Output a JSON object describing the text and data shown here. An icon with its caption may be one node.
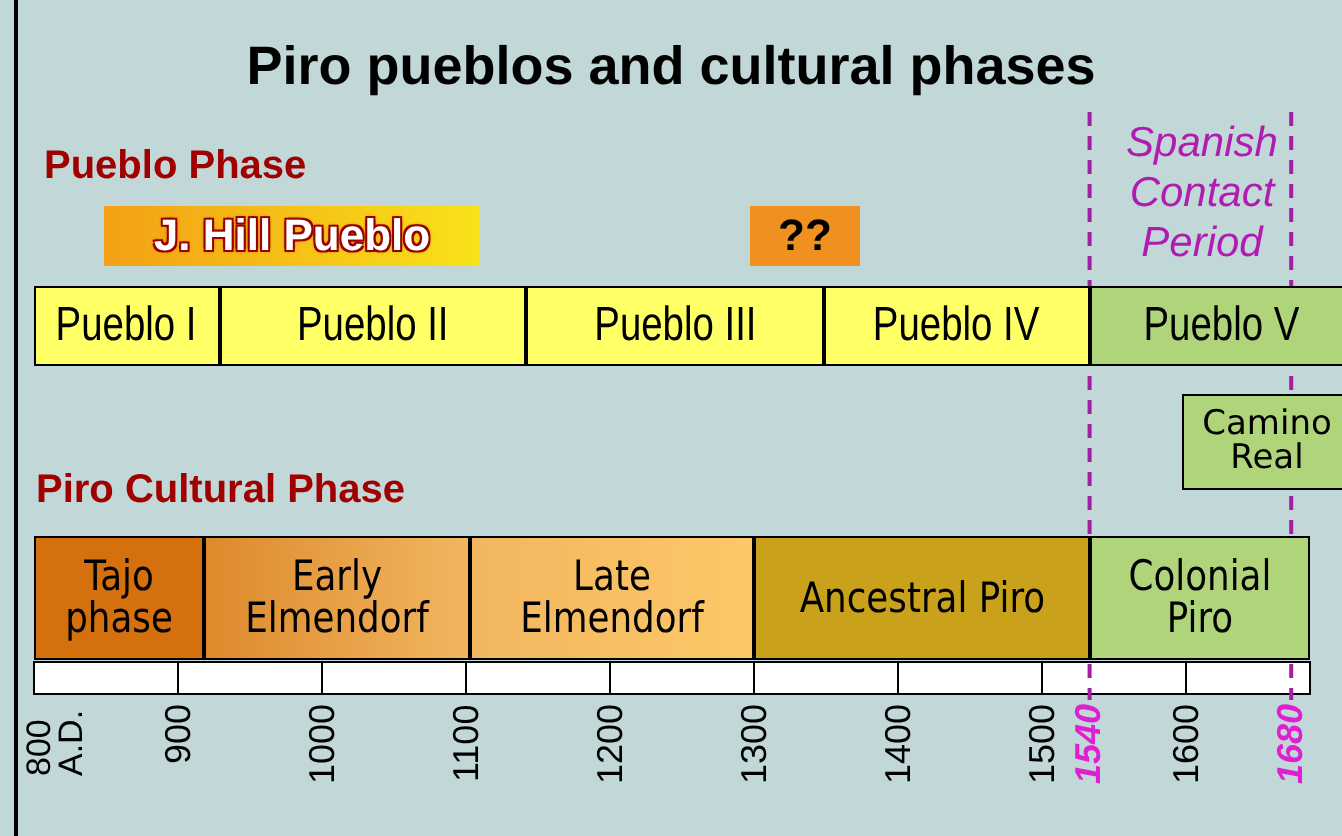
{
  "diagram": {
    "title": "Piro pueblos and cultural phases",
    "nodes": [
      {
        "text": [
          "J. Hill Pueblo"
        ]
      },
      {
        "text": [
          "??"
        ]
      },
      {
        "text": [
          "Pueblo I"
        ]
      },
      {
        "text": [
          "Pueblo II"
        ]
      },
      {
        "text": [
          "Pueblo III"
        ]
      },
      {
        "text": [
          "Pueblo IV"
        ]
      },
      {
        "text": [
          "Pueblo V"
        ]
      },
      {
        "text": [
          "Camino Real"
        ]
      },
      {
        "text": [
          "Tajo phase"
        ]
      },
      {
        "text": [
          "Early Elmendorf"
        ]
      },
      {
        "text": [
          "Late Elmendorf"
        ]
      },
      {
        "text": [
          "Ancestral Piro"
        ]
      },
      {
        "text": [
          "Colonial Piro"
        ]
      }
    ],
    "labels": [
      "Pueblo Phase",
      "Spanish Contact Period",
      "Piro Cultural Phase",
      "800 A.D.",
      "900",
      "1000",
      "1100",
      "1200",
      "1300",
      "1400",
      "1500",
      "1540",
      "1600",
      "1680"
    ]
  }
}
